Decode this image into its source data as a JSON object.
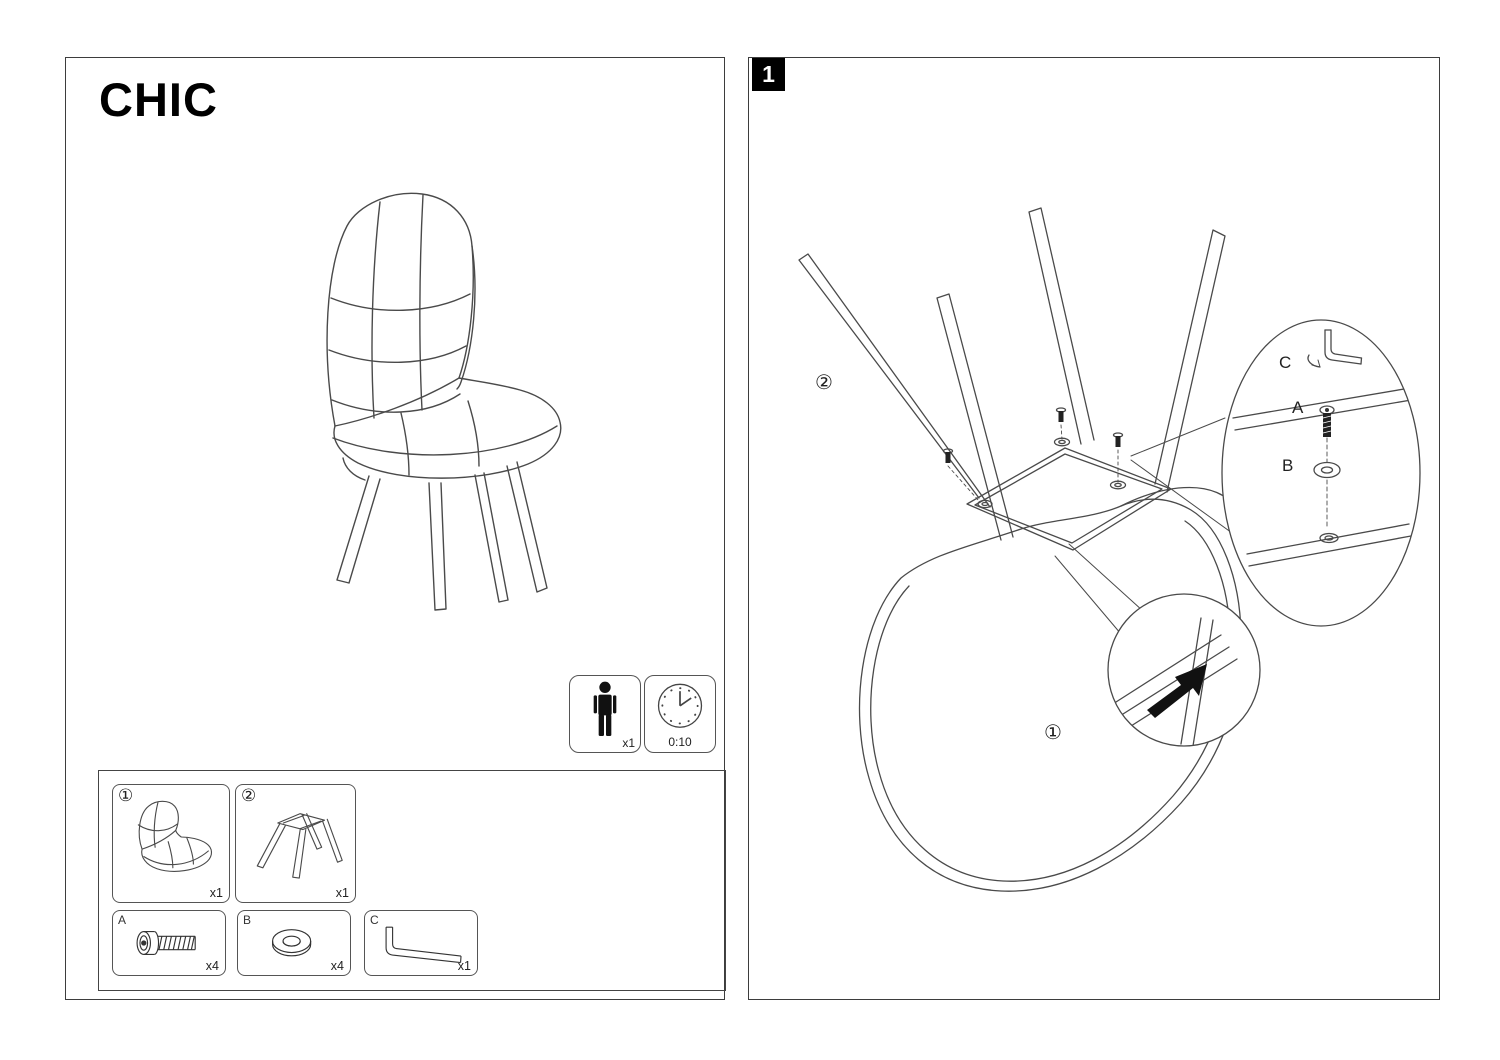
{
  "colors": {
    "line": "#4a4a4a",
    "badge_bg": "#000000",
    "badge_text": "#ffffff"
  },
  "cover": {
    "title": "CHIC",
    "effort": {
      "person_qty": "x1",
      "time": "0:10"
    },
    "parts": {
      "box1": {
        "label": "①",
        "qty": "x1"
      },
      "box2": {
        "label": "②",
        "qty": "x1"
      },
      "boxA": {
        "label": "A",
        "qty": "x4"
      },
      "boxB": {
        "label": "B",
        "qty": "x4"
      },
      "boxC": {
        "label": "C",
        "qty": "x1"
      }
    }
  },
  "step": {
    "number": "1",
    "callouts": {
      "leg_frame": "②",
      "seat_shell": "①",
      "allen_key": "C",
      "bolt": "A",
      "washer": "B"
    }
  },
  "icons": {
    "person": "person-icon",
    "clock": "clock-icon",
    "arrow": "arrow-icon"
  }
}
